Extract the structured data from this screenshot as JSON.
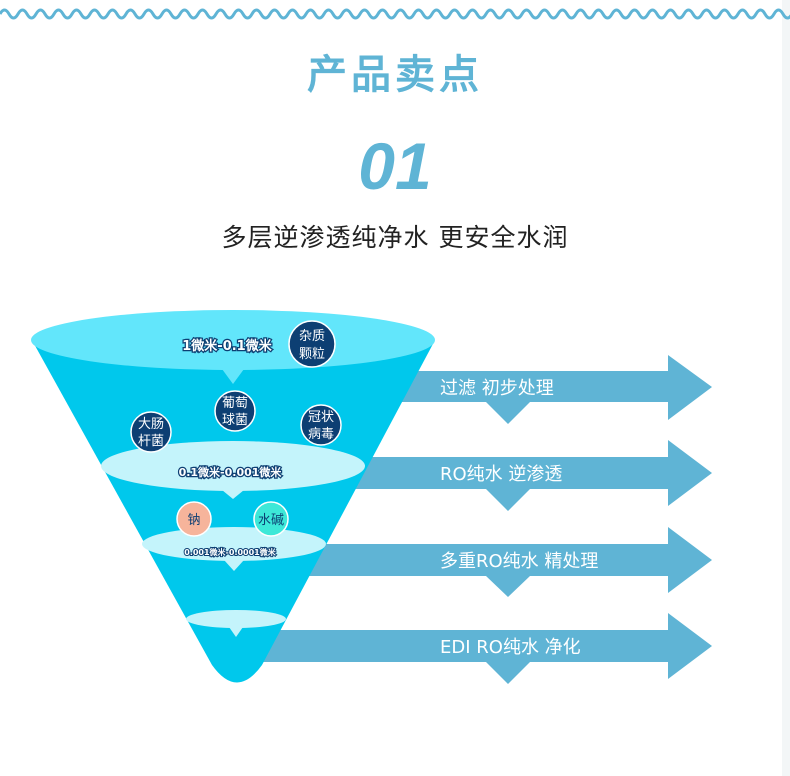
{
  "title": "产品卖点",
  "number": "01",
  "subtitle": "多层逆渗透纯净水  更安全水润",
  "colors": {
    "accent": "#5fb4d5",
    "funnel": "#00c8ec",
    "layer": "#c4f4fb",
    "circle": "#0d3f73",
    "sodium": "#f6b49b",
    "alkali": "#3de8d8"
  },
  "funnel": {
    "ranges": [
      "1微米-0.1微米",
      "0.1微米-0.001微米",
      "0.001微米-0.0001微米"
    ],
    "particles": [
      {
        "line1": "杂质",
        "line2": "颗粒"
      },
      {
        "line1": "葡萄",
        "line2": "球菌"
      },
      {
        "line1": "大肠",
        "line2": "杆菌"
      },
      {
        "line1": "冠状",
        "line2": "病毒"
      }
    ],
    "minerals": [
      "钠",
      "水碱"
    ]
  },
  "stages": [
    "过滤 初步处理",
    "RO纯水  逆渗透",
    "多重RO纯水  精处理",
    "EDI  RO纯水  净化"
  ]
}
